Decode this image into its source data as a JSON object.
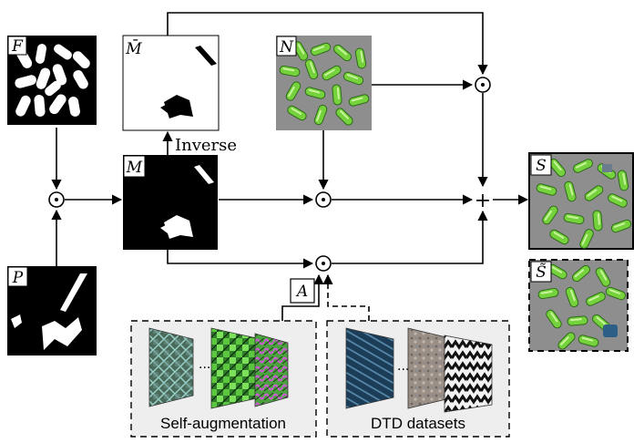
{
  "labels": {
    "F": "F",
    "M_bar": "M̄",
    "N": "N",
    "M": "M",
    "P": "P",
    "S": "S",
    "S_tilde": "S̃",
    "A": "A",
    "inverse": "Inverse",
    "self_augmentation": "Self-augmentation",
    "dtd_datasets": "DTD datasets",
    "ellipsis": "..."
  },
  "operators": {
    "hadamard": "⊙",
    "plus": "+"
  },
  "colors": {
    "line": "#000000",
    "mask_black": "#000000",
    "mask_white": "#ffffff",
    "pill_green": "#6fcf3a",
    "background_gray": "#8e8e8e",
    "panel_gray": "#eeeeee"
  }
}
